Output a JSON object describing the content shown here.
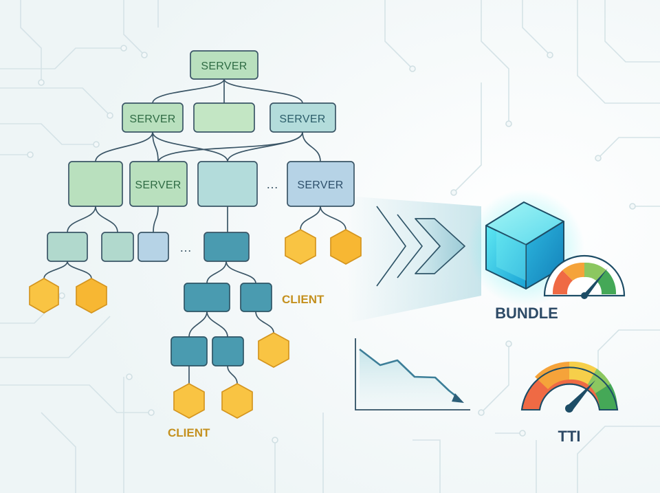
{
  "labels": {
    "server": "SERVER",
    "client": "CLIENT",
    "ellipsis": "…",
    "bundle": "BUNDLE",
    "tti": "TTI"
  },
  "icons": {
    "bundle": "cube-icon",
    "bundle_gauge": "gauge-icon",
    "tti_gauge": "gauge-icon",
    "trend": "line-chart-down-icon",
    "arrow": "triple-chevron-arrow-icon"
  },
  "colors": {
    "server_green": "#b9e0be",
    "server_teal": "#b3dcdb",
    "server_blue": "#b6d3e6",
    "client_dark": "#4a9bb0",
    "hexagon": "#f9c443",
    "client_text": "#c4901e",
    "heading_text": "#2d4a66",
    "gauge_red": "#ef6a44",
    "gauge_orange": "#f5a33a",
    "gauge_yellow": "#f6cf4a",
    "gauge_lightgreen": "#8cc760",
    "gauge_green": "#45a857"
  }
}
